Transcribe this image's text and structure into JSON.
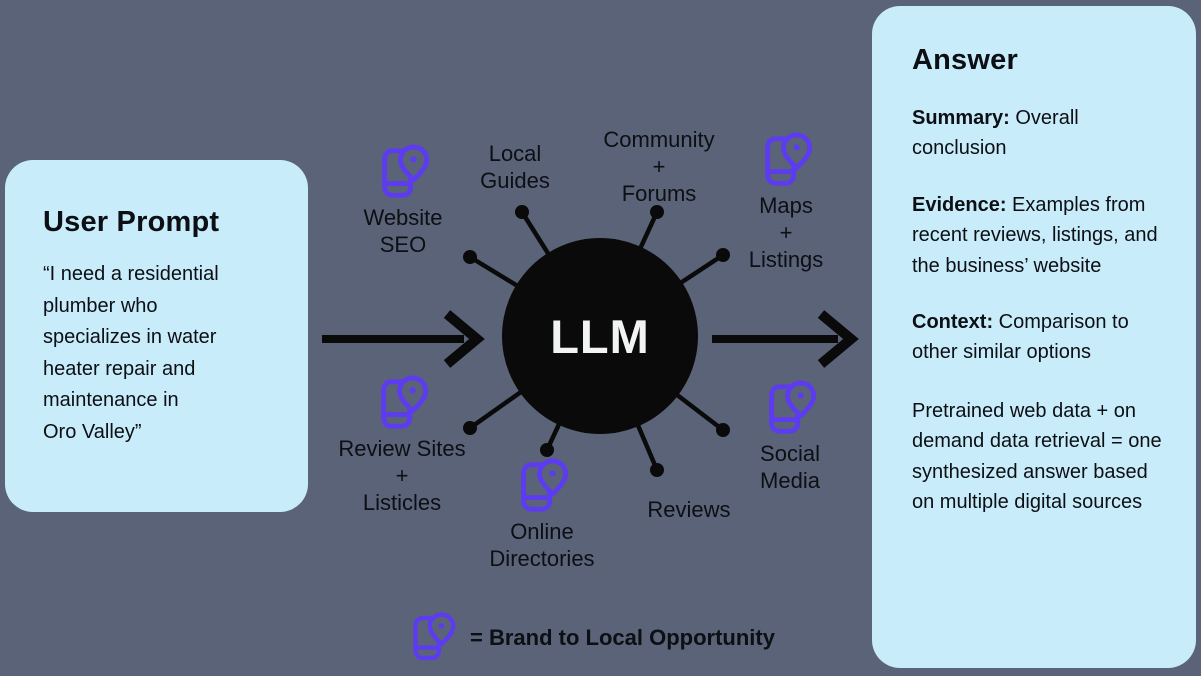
{
  "colors": {
    "background": "#5a6378",
    "panel_blue": "#c9ecfa",
    "accent_purple": "#5c3bf0",
    "ink_black": "#0a0a0a",
    "llm_text": "#f2f3f3"
  },
  "user_prompt": {
    "title": "User Prompt",
    "body": "“I need a residential\nplumber who\nspecializes in water\nheater repair and\nmaintenance in\nOro Valley”"
  },
  "llm": {
    "label": "LLM"
  },
  "sources": [
    {
      "id": "website-seo",
      "label": "Website\nSEO",
      "has_icon": true
    },
    {
      "id": "local-guides",
      "label": "Local\nGuides",
      "has_icon": false
    },
    {
      "id": "community-forums",
      "label": "Community\n+\nForums",
      "has_icon": false
    },
    {
      "id": "maps-listings",
      "label": "Maps\n+\nListings",
      "has_icon": true
    },
    {
      "id": "social-media",
      "label": "Social\nMedia",
      "has_icon": true
    },
    {
      "id": "reviews",
      "label": "Reviews",
      "has_icon": false
    },
    {
      "id": "online-directories",
      "label": "Online\nDirectories",
      "has_icon": true
    },
    {
      "id": "review-sites-listicles",
      "label": "Review Sites\n+\nListicles",
      "has_icon": true
    }
  ],
  "answer": {
    "title": "Answer",
    "sections": [
      {
        "label": "Summary:",
        "text": "Overall conclusion"
      },
      {
        "label": "Evidence:",
        "text": "Examples from recent reviews, listings, and the business’ website"
      },
      {
        "label": "Context:",
        "text": "Comparison to other similar options"
      }
    ],
    "note": "Pretrained web data + on demand data retrieval = one synthesized answer based on multiple digital sources"
  },
  "legend": {
    "icon": "phone-location-pin-icon",
    "text": "= Brand to Local Opportunity"
  }
}
